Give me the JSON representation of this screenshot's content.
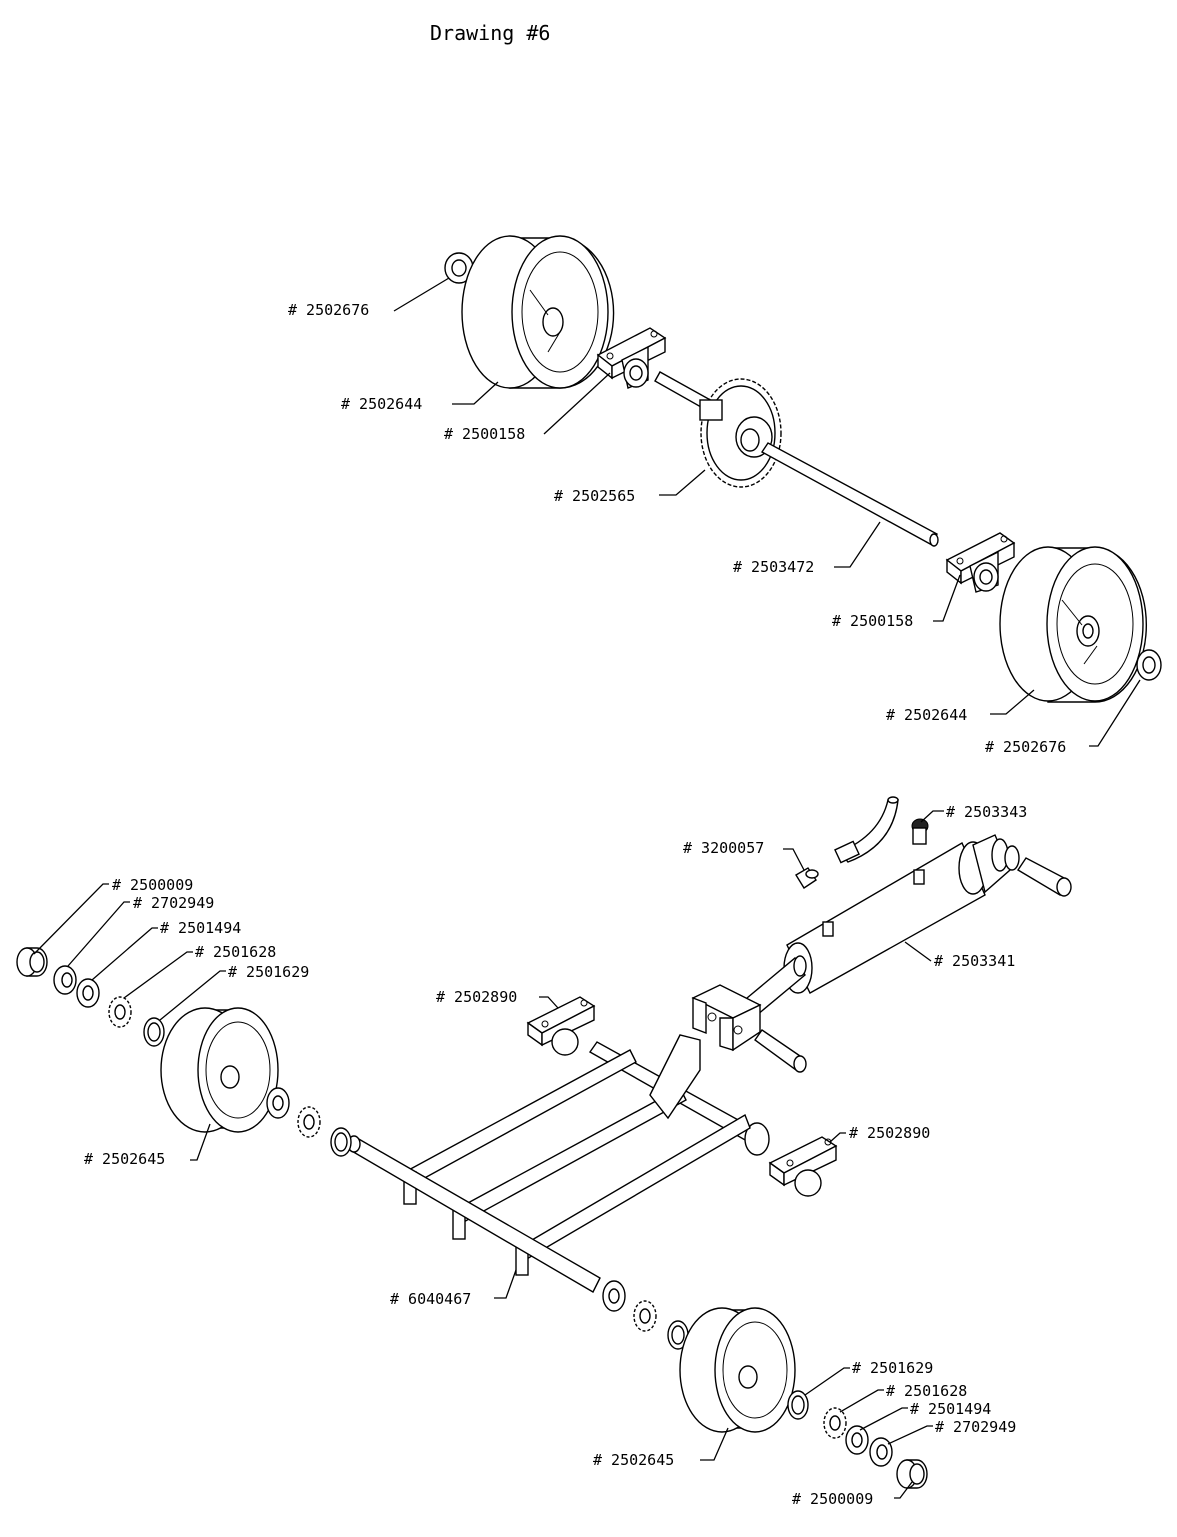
{
  "title": "Drawing #6",
  "labels": [
    {
      "id": "l1",
      "text": "# 2502676"
    },
    {
      "id": "l2",
      "text": "# 2502644"
    },
    {
      "id": "l3",
      "text": "# 2500158"
    },
    {
      "id": "l4",
      "text": "# 2502565"
    },
    {
      "id": "l5",
      "text": "# 2503472"
    },
    {
      "id": "l6",
      "text": "# 2500158"
    },
    {
      "id": "l7",
      "text": "# 2502644"
    },
    {
      "id": "l8",
      "text": "# 2502676"
    },
    {
      "id": "l9",
      "text": "# 2503343"
    },
    {
      "id": "l10",
      "text": "# 3200057"
    },
    {
      "id": "l11",
      "text": "# 2503341"
    },
    {
      "id": "l12",
      "text": "# 2500009"
    },
    {
      "id": "l13",
      "text": "# 2702949"
    },
    {
      "id": "l14",
      "text": "# 2501494"
    },
    {
      "id": "l15",
      "text": "# 2501628"
    },
    {
      "id": "l16",
      "text": "# 2501629"
    },
    {
      "id": "l17",
      "text": "# 2502890"
    },
    {
      "id": "l18",
      "text": "# 2502645"
    },
    {
      "id": "l19",
      "text": "# 2502890"
    },
    {
      "id": "l20",
      "text": "# 6040467"
    },
    {
      "id": "l21",
      "text": "# 2501629"
    },
    {
      "id": "l22",
      "text": "# 2501628"
    },
    {
      "id": "l23",
      "text": "# 2501494"
    },
    {
      "id": "l24",
      "text": "# 2702949"
    },
    {
      "id": "l25",
      "text": "# 2502645"
    },
    {
      "id": "l26",
      "text": "# 2500009"
    }
  ]
}
